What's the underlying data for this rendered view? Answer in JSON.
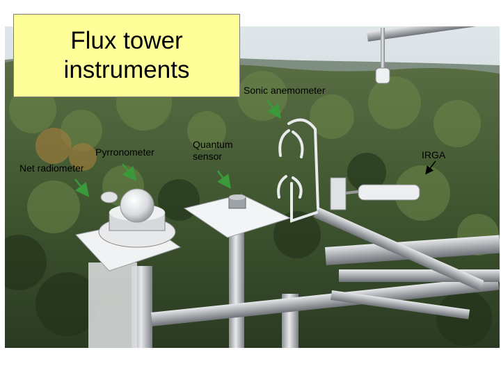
{
  "slide": {
    "title": "Flux tower instruments"
  },
  "labels": {
    "sonic_anemometer": "Sonic anemometer",
    "pyrronometer": "Pyrronometer",
    "net_radiometer": "Net radiometer",
    "quantum_sensor_line1": "Quantum",
    "quantum_sensor_line2": "sensor",
    "irga": "IRGA"
  },
  "colors": {
    "title_background": "#ffff99",
    "arrow_green": "#3a9a3a",
    "sky": "#c9d4dc",
    "canopy_dark": "#2e4424",
    "canopy_light": "#6f8a48",
    "metal": "#b9bcc0"
  }
}
